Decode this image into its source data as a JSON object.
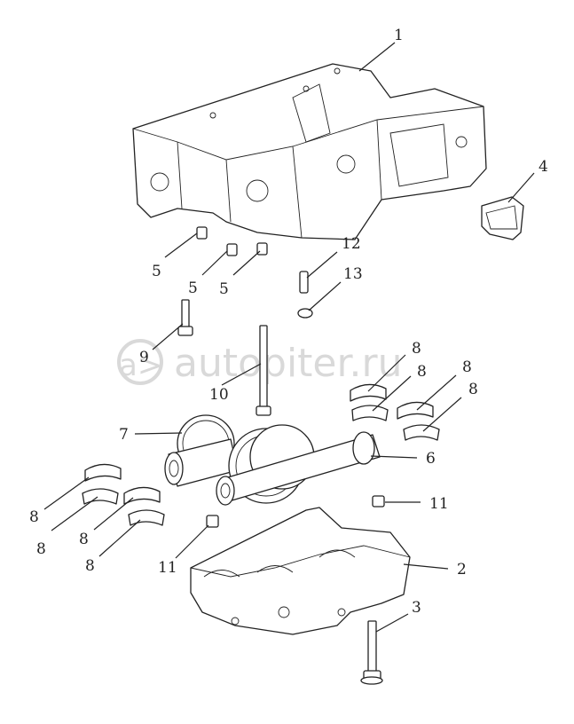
{
  "watermark": {
    "text": "autopiter.ru",
    "mark": "a>"
  },
  "callouts": {
    "c1": "1",
    "c2": "2",
    "c3": "3",
    "c4": "4",
    "c5a": "5",
    "c5b": "5",
    "c5c": "5",
    "c6": "6",
    "c7": "7",
    "c8a": "8",
    "c8b": "8",
    "c8c": "8",
    "c8d": "8",
    "c8e": "8",
    "c8f": "8",
    "c8g": "8",
    "c8h": "8",
    "c9": "9",
    "c10": "10",
    "c11a": "11",
    "c11b": "11",
    "c12": "12",
    "c13": "13"
  }
}
